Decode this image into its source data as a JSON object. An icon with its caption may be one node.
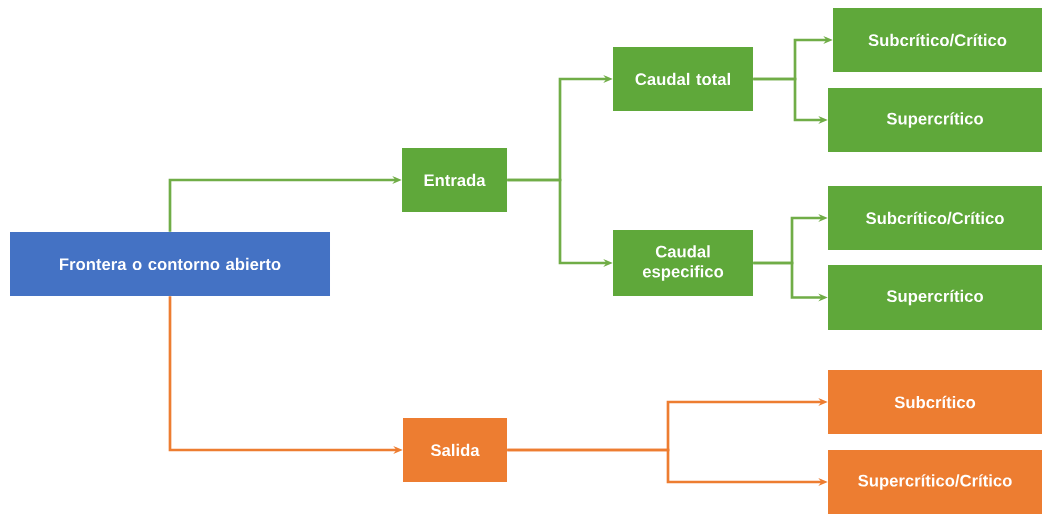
{
  "diagram": {
    "nodes": [
      {
        "text": [
          "Frontera o contorno abierto"
        ]
      },
      {
        "text": [
          "Entrada"
        ]
      },
      {
        "text": [
          "Caudal total"
        ]
      },
      {
        "text": [
          "Caudal especifico"
        ]
      },
      {
        "text": [
          "Subcrítico/Crítico"
        ]
      },
      {
        "text": [
          "Supercrítico"
        ]
      },
      {
        "text": [
          "Subcrítico/Crítico"
        ]
      },
      {
        "text": [
          "Supercrítico"
        ]
      },
      {
        "text": [
          "Salida"
        ]
      },
      {
        "text": [
          "Subcrítico"
        ]
      },
      {
        "text": [
          "Supercrítico/Crítico"
        ]
      }
    ],
    "edges": [
      {
        "from": 0,
        "to": 1,
        "arrow": "to"
      },
      {
        "from": 1,
        "to": 2,
        "arrow": "to"
      },
      {
        "from": 1,
        "to": 3,
        "arrow": "to"
      },
      {
        "from": 2,
        "to": 4,
        "arrow": "to"
      },
      {
        "from": 2,
        "to": 5,
        "arrow": "to"
      },
      {
        "from": 3,
        "to": 6,
        "arrow": "to"
      },
      {
        "from": 3,
        "to": 7,
        "arrow": "to"
      },
      {
        "from": 0,
        "to": 8,
        "arrow": "to",
        "color": "#ed7d31"
      },
      {
        "from": 8,
        "to": 9,
        "arrow": "to",
        "color": "#ed7d31"
      },
      {
        "from": 8,
        "to": 10,
        "arrow": "to",
        "color": "#ed7d31"
      }
    ]
  }
}
